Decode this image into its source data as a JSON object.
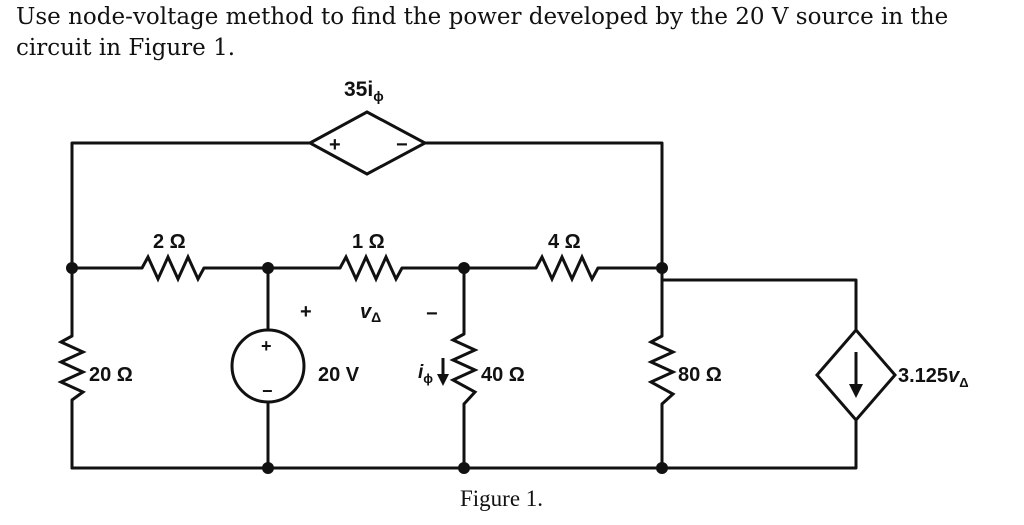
{
  "problem_text": "Use node-voltage method to find the power developed by the 20 V source in the circuit in Figure 1.",
  "figure_caption": "Figure 1.",
  "circuit": {
    "dependent_voltage_source": {
      "label": "35i",
      "subscript": "ϕ",
      "plus": "+",
      "minus": "−"
    },
    "resistors": [
      {
        "id": "r-2",
        "label": "2 Ω"
      },
      {
        "id": "r-1",
        "label": "1 Ω"
      },
      {
        "id": "r-4",
        "label": "4 Ω"
      },
      {
        "id": "r-20",
        "label": "20 Ω"
      },
      {
        "id": "r-40",
        "label": "40 Ω"
      },
      {
        "id": "r-80",
        "label": "80 Ω"
      }
    ],
    "voltage_source": {
      "label": "20 V",
      "plus": "+",
      "minus": "−"
    },
    "v_delta": {
      "plus": "+",
      "symbol": "v",
      "subscript": "Δ",
      "minus": "−"
    },
    "current_label": {
      "symbol": "i",
      "subscript": "ϕ"
    },
    "dependent_current_source": {
      "coefficient": "3.125",
      "symbol": "v",
      "subscript": "Δ"
    },
    "colors": {
      "ink": "#111111",
      "background": "#ffffff"
    }
  }
}
